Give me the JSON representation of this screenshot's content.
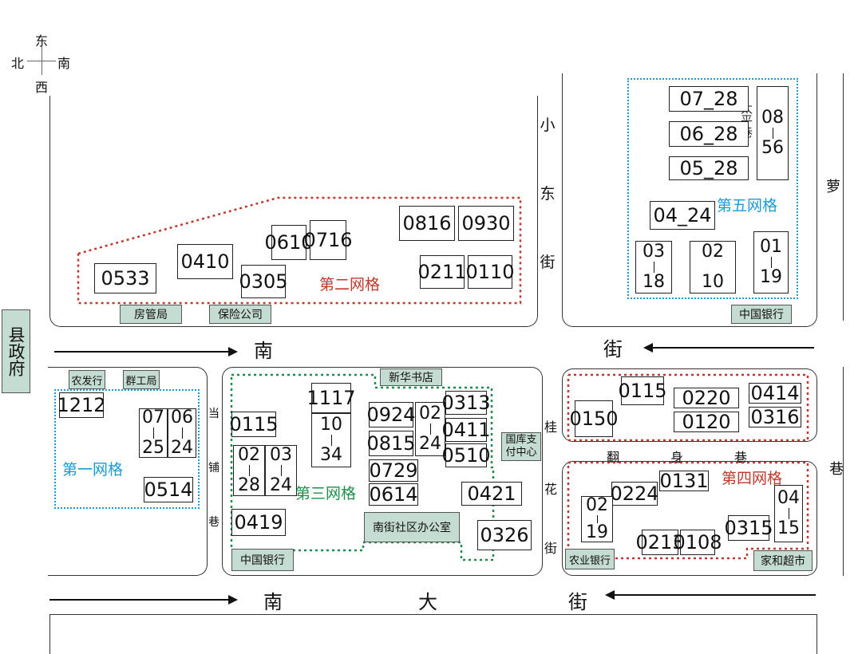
{
  "compass": {
    "top": "东",
    "left": "北",
    "right": "南",
    "bottom": "西"
  },
  "county_gov": "县政府",
  "streets": {
    "nan_jie_left": "南",
    "nan_jie_right": "街",
    "nan_da_jie_1": "南",
    "nan_da_jie_2": "大",
    "nan_da_jie_3": "街",
    "xiao_dong_jie": [
      "小",
      "东",
      "街"
    ],
    "dang_pu_xiang": [
      "当",
      "铺",
      "巷"
    ],
    "hua_jie": [
      "桂",
      "花",
      "街"
    ],
    "fan_shen_xiang": [
      "翻",
      "身",
      "巷"
    ],
    "xiang_right": "巷",
    "luo_right": "萝",
    "tai_ping_xiang": "太平巷"
  },
  "grids": {
    "g1": "第一网格",
    "g2": "第二网格",
    "g3": "第三网格",
    "g4": "第四网格",
    "g5": "第五网格"
  },
  "poi": {
    "fangguanju": "房管局",
    "baoxian": "保险公司",
    "zhongguo_bank_top": "中国银行",
    "nongfa": "农发行",
    "qungong": "群工局",
    "xinhua": "新华书店",
    "guoku": "国库支付中心",
    "nanjie_office": "南街社区办公室",
    "zhongguo_bank_bottom": "中国银行",
    "nongye_bank": "农业银行",
    "jiahe": "家和超市"
  },
  "buildings": {
    "b0533": "0533",
    "b0410": "0410",
    "b0610": "0610",
    "b0716": "0716",
    "b0305": "0305",
    "b0816": "0816",
    "b0930": "0930",
    "b0211": "0211",
    "b0110": "0110",
    "b0728": "07_28",
    "b0628": "06_28",
    "b0528": "05_28",
    "b0424": "04_24",
    "b0856_a": "08",
    "b0856_b": "56",
    "b0318_a": "03",
    "b0318_b": "18",
    "b0210_a": "02",
    "b0210_b": "10",
    "b0119_a": "01",
    "b0119_b": "19",
    "b1212": "1212",
    "b0725_a": "07",
    "b0725_b": "25",
    "b0624_a": "06",
    "b0624_b": "24",
    "b0514": "0514",
    "b0115": "0115",
    "b1117": "1117",
    "b1034_a": "10",
    "b1034_b": "34",
    "b0228_a": "02",
    "b0228_b": "28",
    "b0324_a": "03",
    "b0324_b": "24",
    "b0419": "0419",
    "b0924": "0924",
    "b0815": "0815",
    "b0729": "0729",
    "b0614": "0614",
    "b0224_a": "02",
    "b0224_b": "24",
    "b0313": "0313",
    "b0411": "0411",
    "b0510": "0510",
    "b0421": "0421",
    "b0326": "0326",
    "b0115r": "0115",
    "b0150": "0150",
    "b0220": "0220",
    "b0120": "0120",
    "b0414": "0414",
    "b0316": "0316",
    "b0224r": "0224",
    "b0131": "0131",
    "b0219_a": "02",
    "b0219_b": "19",
    "b0213": "0213",
    "b0108": "0108",
    "b0315": "0315",
    "b0415_a": "04",
    "b0415_b": "15"
  }
}
